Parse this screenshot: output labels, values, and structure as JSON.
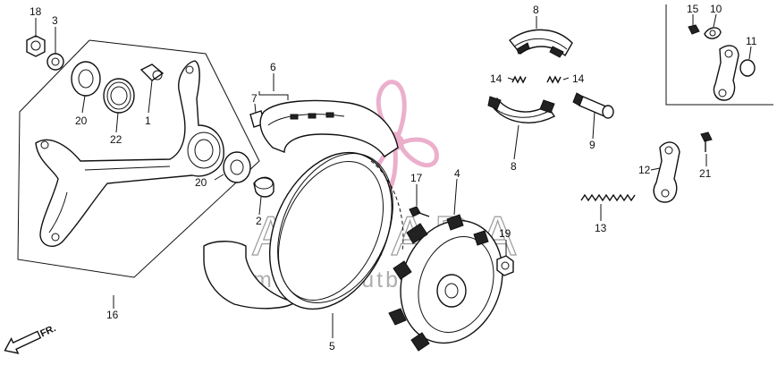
{
  "diagram": {
    "callouts": [
      "18",
      "3",
      "20",
      "22",
      "1",
      "7",
      "6",
      "16",
      "20",
      "2",
      "5",
      "8",
      "14",
      "14",
      "8",
      "9",
      "15",
      "10",
      "11",
      "12",
      "21",
      "13",
      "17",
      "4",
      "19"
    ],
    "direction_label": "FR.",
    "watermark": {
      "brand": "ARMADA",
      "tagline": "marine outboards",
      "accent_color": "#e8a2c4"
    }
  }
}
